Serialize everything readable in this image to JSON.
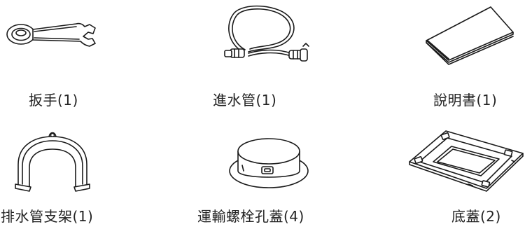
{
  "accessories": [
    {
      "label": "扳手(1)",
      "icon": "wrench-icon"
    },
    {
      "label": "進水管(1)",
      "icon": "inlet-hose-icon"
    },
    {
      "label": "說明書(1)",
      "icon": "manual-icon"
    },
    {
      "label": "排水管支架(1)",
      "icon": "drain-hose-bracket-icon"
    },
    {
      "label": "運輸螺栓孔蓋(4)",
      "icon": "bolt-hole-cap-icon"
    },
    {
      "label": "底蓋(2)",
      "icon": "bottom-cover-icon"
    }
  ]
}
